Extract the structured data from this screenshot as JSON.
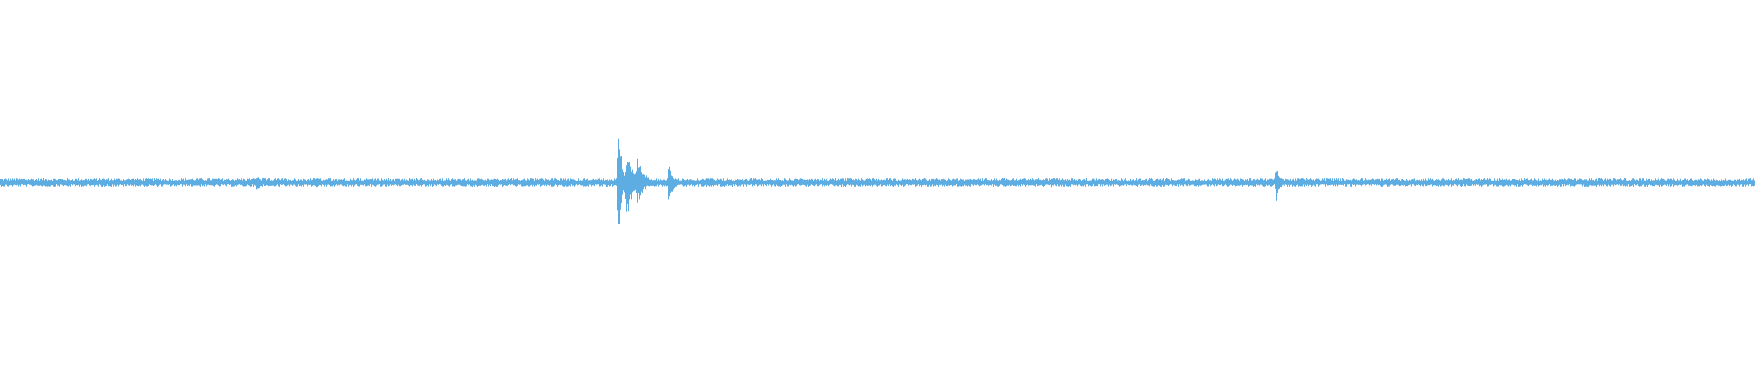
{
  "waveform": {
    "color": "#5dade2",
    "background": "#ffffff",
    "baseline_amplitude": 0.025,
    "bursts": [
      {
        "position": 0.146,
        "peak_up": 0.04,
        "peak_down": 0.05,
        "width": 0.003
      },
      {
        "position": 0.18,
        "peak_up": 0.025,
        "peak_down": 0.03,
        "width": 0.004
      },
      {
        "position": 0.255,
        "peak_up": 0.02,
        "peak_down": 0.02,
        "width": 0.002
      },
      {
        "position": 0.352,
        "peak_up": 0.34,
        "peak_down": 0.35,
        "width": 0.002
      },
      {
        "position": 0.357,
        "peak_up": 0.2,
        "peak_down": 0.22,
        "width": 0.003
      },
      {
        "position": 0.363,
        "peak_up": 0.14,
        "peak_down": 0.12,
        "width": 0.004
      },
      {
        "position": 0.381,
        "peak_up": 0.12,
        "peak_down": 0.14,
        "width": 0.002
      },
      {
        "position": 0.599,
        "peak_up": 0.025,
        "peak_down": 0.03,
        "width": 0.002
      },
      {
        "position": 0.727,
        "peak_up": 0.1,
        "peak_down": 0.11,
        "width": 0.002
      },
      {
        "position": 0.78,
        "peak_up": 0.02,
        "peak_down": 0.02,
        "width": 0.002
      }
    ]
  }
}
